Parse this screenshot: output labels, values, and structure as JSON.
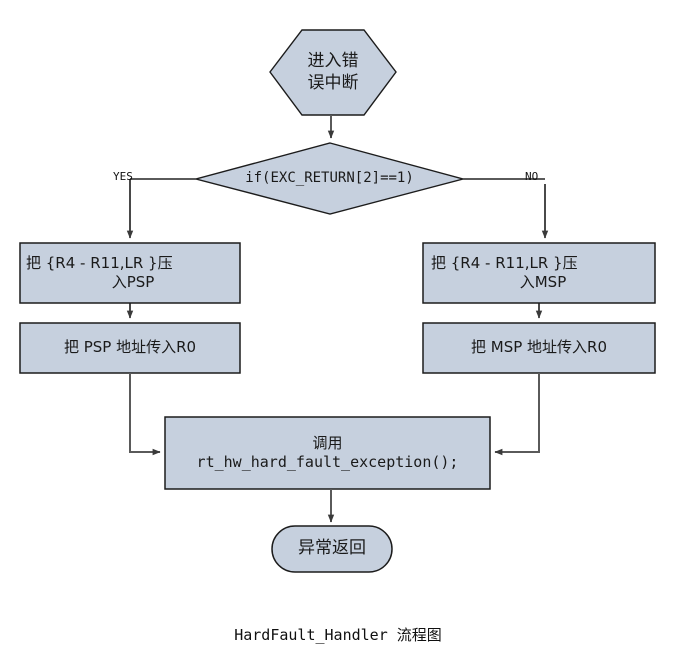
{
  "diagram": {
    "caption": "HardFault_Handler  流程图",
    "fill_color": "#c6d0de",
    "stroke_color": "#1c1c1c",
    "edge_color": "#5a5a5a",
    "background": "#ffffff",
    "nodes": {
      "start": {
        "shape": "hexagon",
        "line1": "进入错",
        "line2": "误中断"
      },
      "decision": {
        "shape": "diamond",
        "text": "if(EXC_RETURN[2]==1)"
      },
      "push_psp": {
        "shape": "rect",
        "line1": "把 {R4 - R11,LR }压",
        "line2": "入PSP"
      },
      "push_msp": {
        "shape": "rect",
        "line1": "把 {R4 - R11,LR }压",
        "line2": "入MSP"
      },
      "psp_to_r0": {
        "shape": "rect",
        "text": "把 PSP 地址传入R0"
      },
      "msp_to_r0": {
        "shape": "rect",
        "text": "把 MSP 地址传入R0"
      },
      "call_handler": {
        "shape": "rect",
        "line1": "调用",
        "line2": "rt_hw_hard_fault_exception();"
      },
      "exception_return": {
        "shape": "stadium",
        "text": "异常返回"
      }
    },
    "edges": {
      "yes_label": "YES",
      "no_label": "NO"
    }
  }
}
